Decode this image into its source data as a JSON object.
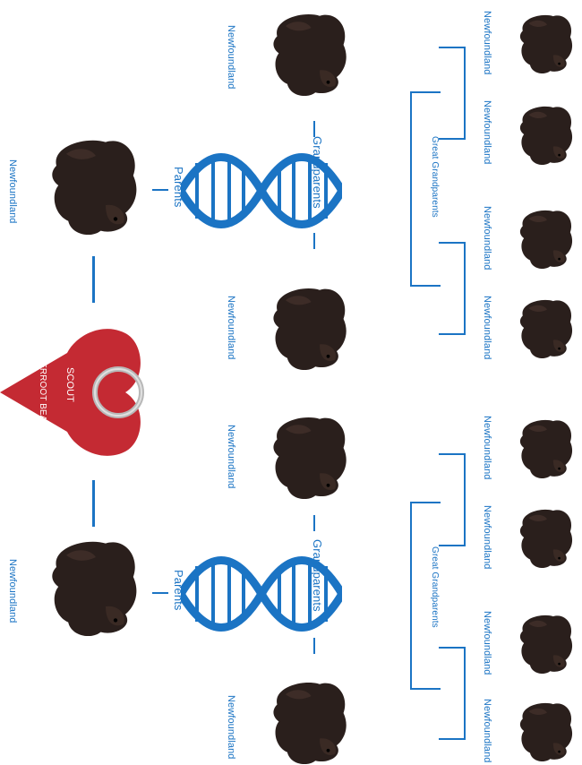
{
  "tag": {
    "line1": "SCOUT",
    "line2": "BITTERROOT BEAR"
  },
  "labels": {
    "breed": "Newfoundland",
    "parents": "Parents",
    "grandparents": "Grandparents",
    "great_grandparents": "Great Grandparents"
  },
  "colors": {
    "accent": "#1b74c4",
    "tag": "#c42a33",
    "dog": "#2a1f1c"
  }
}
